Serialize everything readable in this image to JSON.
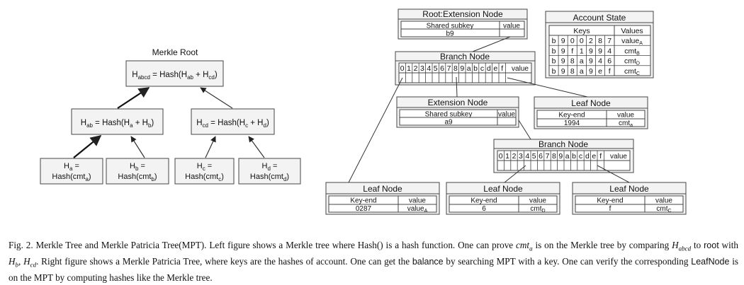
{
  "merkle_tree": {
    "title": "Merkle Root",
    "root": {
      "label": "H",
      "sub": "abcd",
      "rhs": "= Hash(H",
      "s1": "ab",
      "mid": " + H",
      "s2": "cd",
      "end": ")"
    },
    "ab": {
      "label": "H",
      "sub": "ab",
      "rhs": "= Hash(H",
      "s1": "a",
      "mid": " + H",
      "s2": "b",
      "end": ")"
    },
    "cd": {
      "label": "H",
      "sub": "cd",
      "rhs": "= Hash(H",
      "s1": "c",
      "mid": " + H",
      "s2": "d",
      "end": ")"
    },
    "leaves": [
      {
        "top_label": "H",
        "top_sub": "a",
        "top_eq": " =",
        "bottom": "Hash(cmt",
        "bottom_sub": "a",
        "bottom_end": ")"
      },
      {
        "top_label": "H",
        "top_sub": "b",
        "top_eq": " =",
        "bottom": "Hash(cmt",
        "bottom_sub": "b",
        "bottom_end": ")"
      },
      {
        "top_label": "H",
        "top_sub": "c",
        "top_eq": " =",
        "bottom": "Hash(cmt",
        "bottom_sub": "c",
        "bottom_end": ")"
      },
      {
        "top_label": "H",
        "top_sub": "d",
        "top_eq": " =",
        "bottom": "Hash(cmt",
        "bottom_sub": "d",
        "bottom_end": ")"
      }
    ]
  },
  "mpt": {
    "root_ext": {
      "title": "Root:Extension Node",
      "col1": "Shared subkey",
      "col2": "value",
      "val1": "b9",
      "val2": ""
    },
    "branch1": {
      "title": "Branch Node",
      "cells": [
        "0",
        "1",
        "2",
        "3",
        "4",
        "5",
        "6",
        "7",
        "8",
        "9",
        "a",
        "b",
        "c",
        "d",
        "e",
        "f"
      ],
      "value_label": "value"
    },
    "ext2": {
      "title": "Extension Node",
      "col1": "Shared subkey",
      "col2": "value",
      "val1": "a9",
      "val2": ""
    },
    "leaf_top": {
      "title": "Leaf Node",
      "col1": "Key-end",
      "col2": "value",
      "val1": "1994",
      "val2": "cmt",
      "val2_sub": "a"
    },
    "branch2": {
      "title": "Branch Node",
      "cells": [
        "0",
        "1",
        "2",
        "3",
        "4",
        "5",
        "6",
        "7",
        "8",
        "9",
        "a",
        "b",
        "c",
        "d",
        "e",
        "f"
      ],
      "value_label": "value"
    },
    "leaf_a": {
      "title": "Leaf Node",
      "col1": "Key-end",
      "col2": "value",
      "val1": "0287",
      "val2": "value",
      "val2_sub": "A"
    },
    "leaf_d": {
      "title": "Leaf Node",
      "col1": "Key-end",
      "col2": "value",
      "val1": "6",
      "val2": "cmt",
      "val2_sub": "D"
    },
    "leaf_c": {
      "title": "Leaf Node",
      "col1": "Key-end",
      "col2": "value",
      "val1": "f",
      "val2": "cmt",
      "val2_sub": "C"
    }
  },
  "account_state": {
    "title": "Account State",
    "col_keys": "Keys",
    "col_values": "Values",
    "rows": [
      {
        "keys": [
          "b",
          "9",
          "0",
          "0",
          "2",
          "8",
          "7"
        ],
        "value": "value",
        "sub": "A"
      },
      {
        "keys": [
          "b",
          "9",
          "f",
          "1",
          "9",
          "9",
          "4"
        ],
        "value": "cmt",
        "sub": "B"
      },
      {
        "keys": [
          "b",
          "9",
          "8",
          "a",
          "9",
          "4",
          "6"
        ],
        "value": "cmt",
        "sub": "D"
      },
      {
        "keys": [
          "b",
          "9",
          "8",
          "a",
          "9",
          "e",
          "f"
        ],
        "value": "cmt",
        "sub": "C"
      }
    ]
  },
  "caption": {
    "p1": "Fig. 2.  Merkle Tree and Merkle Patricia Tree(MPT). Left figure shows a Merkle tree where Hash() is a hash function. One can prove ",
    "m1": "cmt",
    "m1s": "a",
    "p2": " is on the Merkle tree by comparing ",
    "m2": "H",
    "m2s": "abcd",
    "p3": " to ",
    "k1": "root",
    "p4": " with ",
    "m3": "H",
    "m3s": "b",
    "p5": ", ",
    "m4": "H",
    "m4s": "cd",
    "p6": ". Right figure shows a Merkle Patricia Tree, where keys are the hashes of account. One can get the ",
    "k2": "balance",
    "p7": " by searching MPT with a key. One can verify the corresponding ",
    "k3": "LeafNode",
    "p8": " is on the MPT by computing hashes like the Merkle tree."
  },
  "colors": {
    "node_fill": "#f3f3f3",
    "stroke": "#444444",
    "line": "#333333"
  }
}
